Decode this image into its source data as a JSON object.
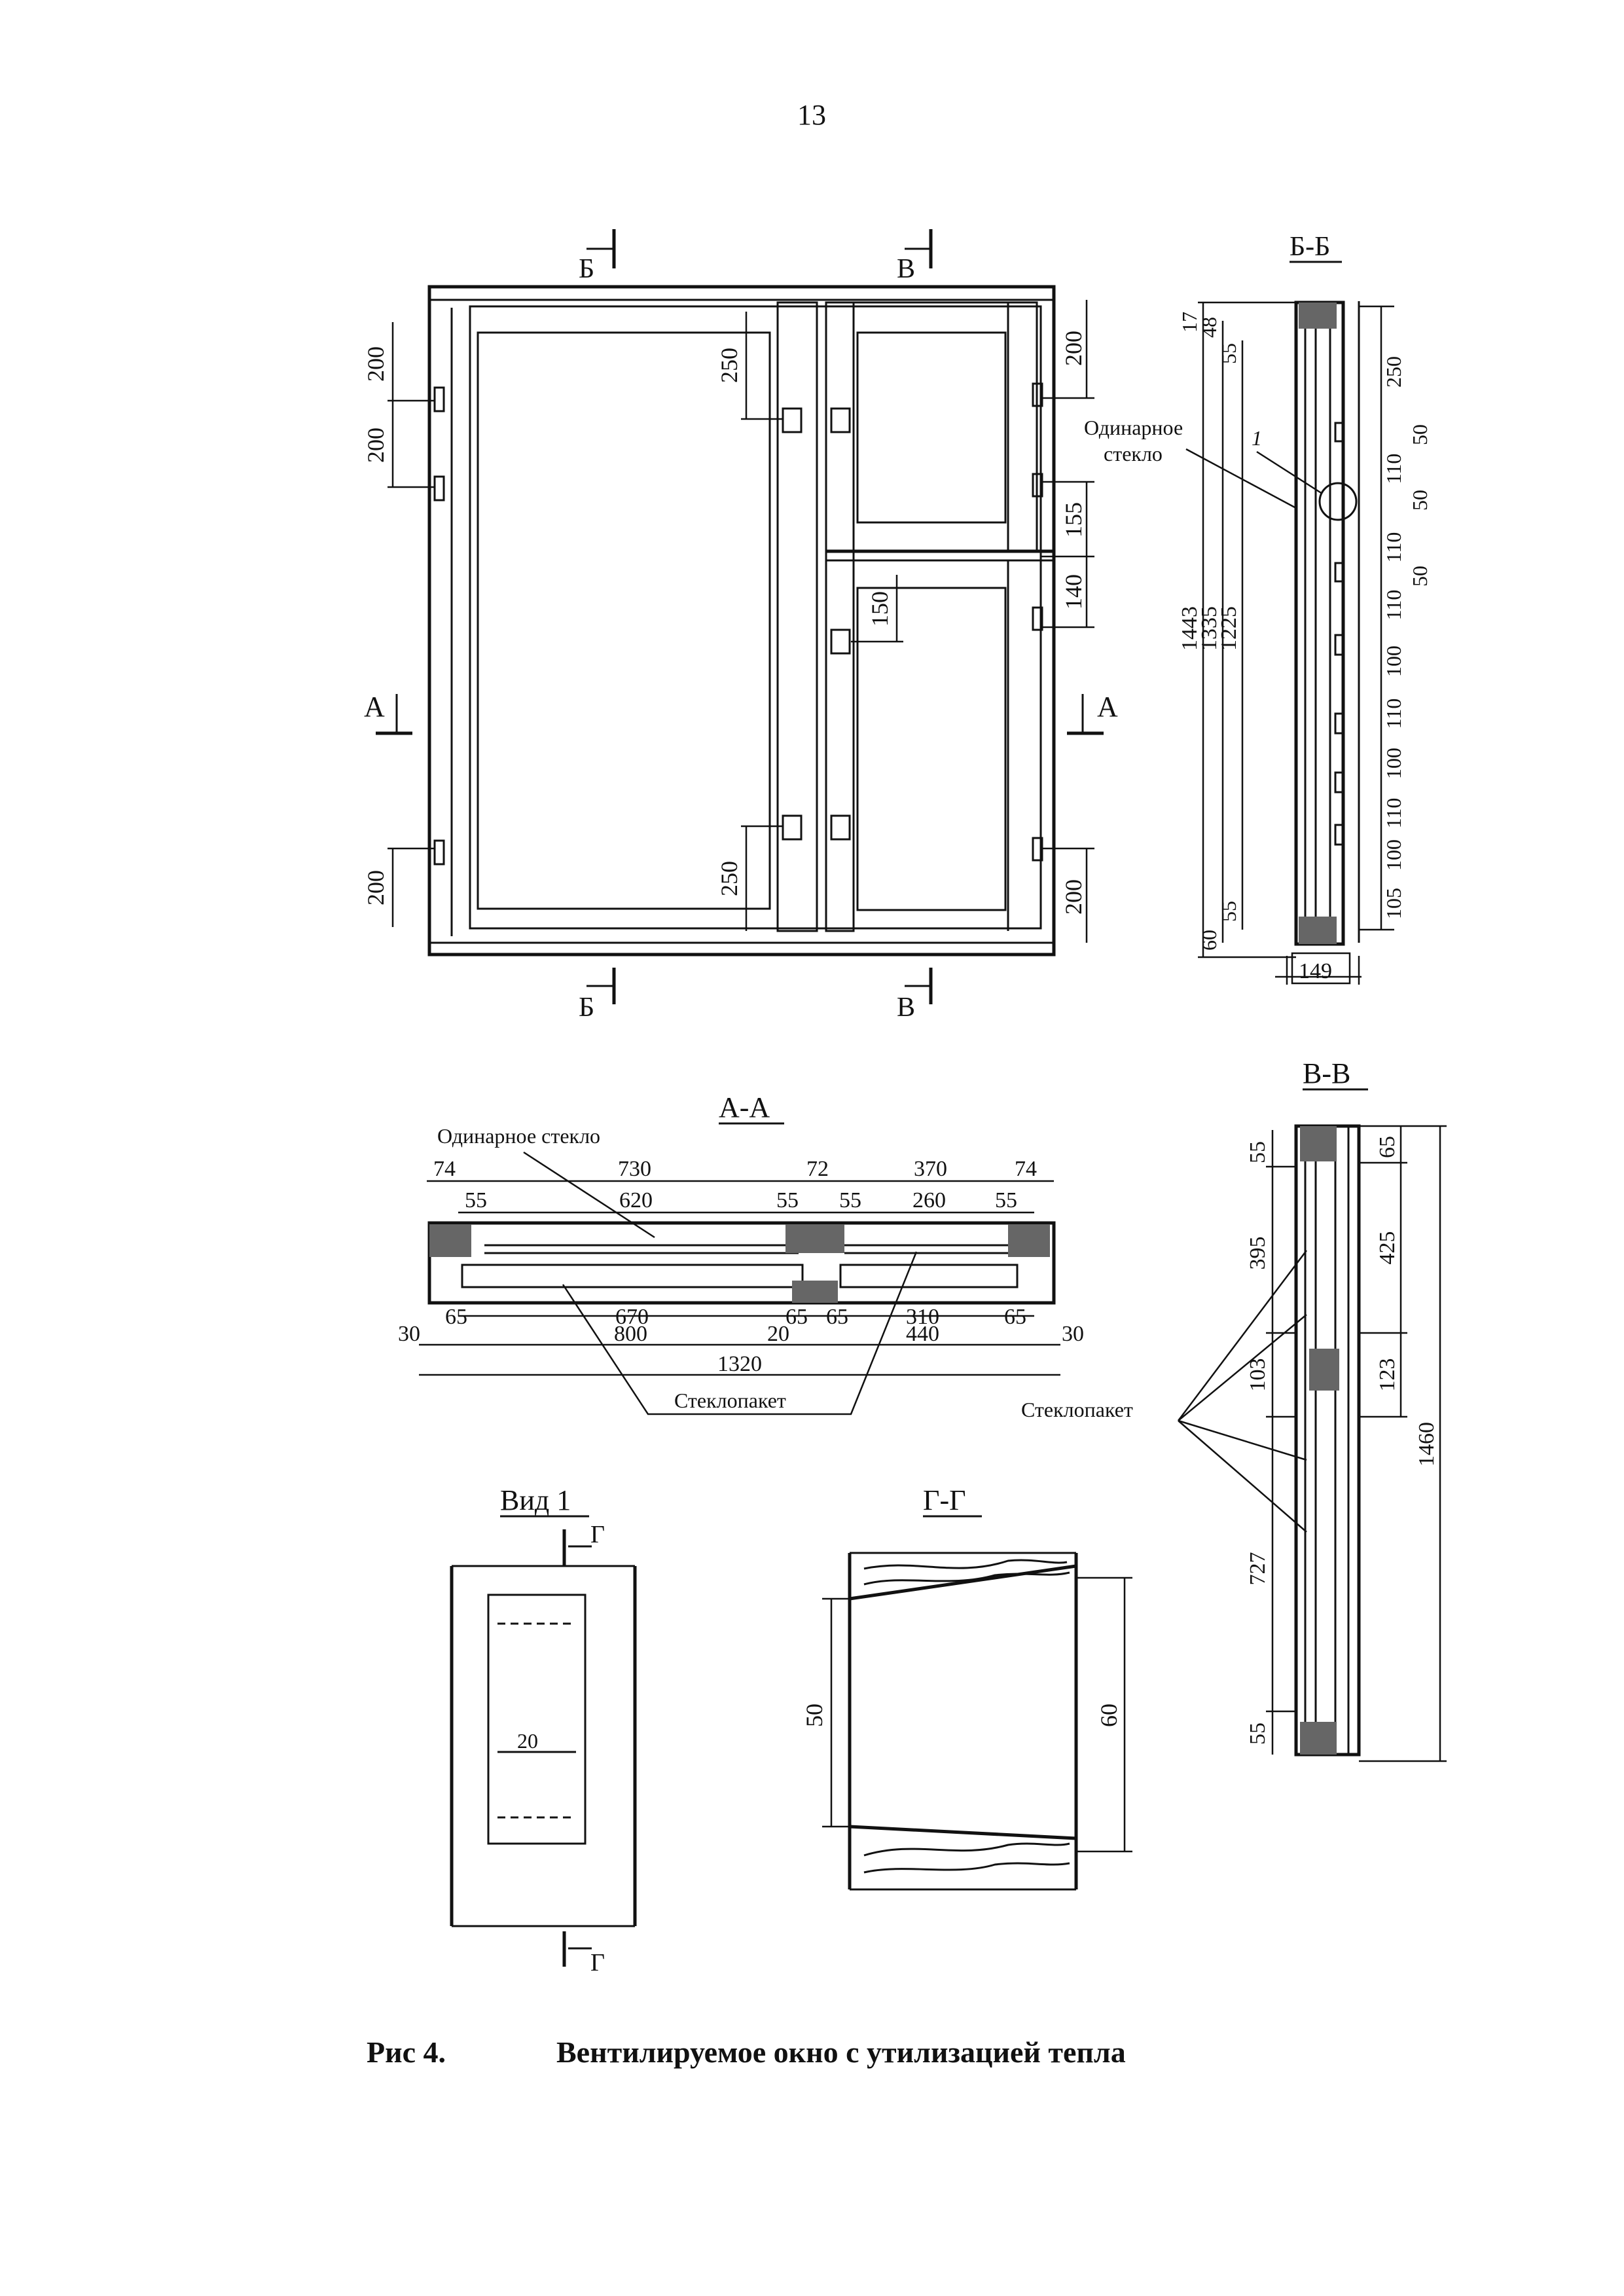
{
  "page": {
    "number": "13"
  },
  "caption": {
    "label": "Рис 4.",
    "text": "Вентилируемое окно с утилизацией тепла"
  },
  "front_view": {
    "section_marks": {
      "b": "Б",
      "v": "В",
      "a": "А"
    },
    "left_dims": [
      "200",
      "200",
      "200"
    ],
    "inner_dims": [
      "250",
      "250",
      "150"
    ],
    "right_dims": [
      "200",
      "155",
      "140",
      "200"
    ]
  },
  "section_bb": {
    "title": "Б-Б",
    "callout": [
      "Одинарное",
      "стекло"
    ],
    "callout_number": "1",
    "left_dims": [
      "17",
      "48",
      "55",
      "1443",
      "1335",
      "1225",
      "55",
      "60"
    ],
    "right_dims": [
      "250",
      "50",
      "110",
      "50",
      "110",
      "50",
      "110",
      "100",
      "110",
      "100",
      "110",
      "100",
      "105"
    ],
    "bottom_dim": "149"
  },
  "section_aa": {
    "title": "А-А",
    "callout_top": "Одинарное стекло",
    "top_row1": [
      "74",
      "730",
      "72",
      "370",
      "74"
    ],
    "top_row2": [
      "55",
      "620",
      "55",
      "55",
      "260",
      "55"
    ],
    "bottom_row1": [
      "65",
      "670",
      "65",
      "65",
      "310",
      "65"
    ],
    "bottom_row2": [
      "30",
      "800",
      "20",
      "440",
      "30"
    ],
    "total": "1320",
    "callout_bottom": "Стеклопакет"
  },
  "section_vv": {
    "title": "В-В",
    "left_dims": [
      "55",
      "395",
      "103",
      "727",
      "55"
    ],
    "right_dims": [
      "65",
      "425",
      "123",
      "1460"
    ],
    "callout": "Стеклопакет"
  },
  "view1": {
    "title": "Вид 1",
    "mark": "Г",
    "dim": "20"
  },
  "section_gg": {
    "title": "Г-Г",
    "dims": [
      "50",
      "60"
    ]
  }
}
